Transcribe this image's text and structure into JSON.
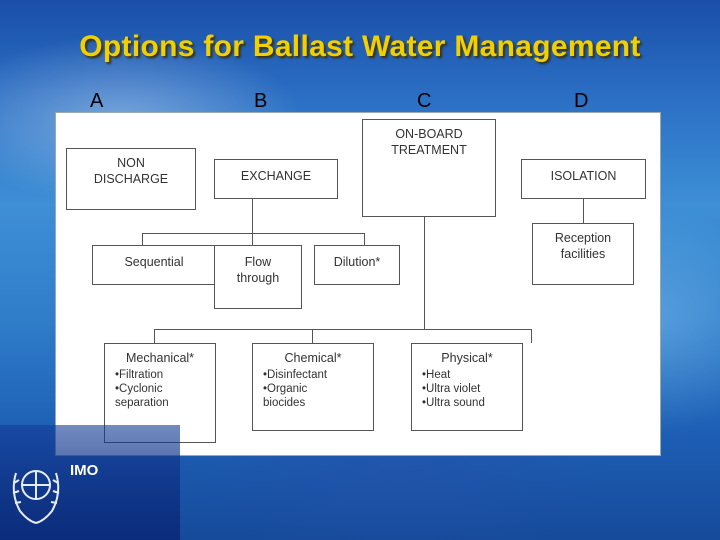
{
  "slide": {
    "title": "Options for Ballast Water Management",
    "columns": [
      "A",
      "B",
      "C",
      "D"
    ],
    "logo_text": "IMO"
  },
  "diagram": {
    "non_discharge": "NON\nDISCHARGE",
    "exchange": "EXCHANGE",
    "onboard_treatment": "ON-BOARD\nTREATMENT",
    "isolation": "ISOLATION",
    "sequential": "Sequential",
    "flow_through": "Flow\nthrough",
    "dilution": "Dilution*",
    "reception_facilities": "Reception\nfacilities",
    "mechanical": {
      "title": "Mechanical*",
      "items": [
        "•Filtration",
        "•Cyclonic",
        "separation"
      ]
    },
    "chemical": {
      "title": "Chemical*",
      "items": [
        "•Disinfectant",
        "•Organic",
        "biocides"
      ]
    },
    "physical": {
      "title": "Physical*",
      "items": [
        "•Heat",
        "•Ultra violet",
        "•Ultra sound"
      ]
    }
  },
  "colors": {
    "title": "#f0d000",
    "background": "#2b6fc4"
  }
}
